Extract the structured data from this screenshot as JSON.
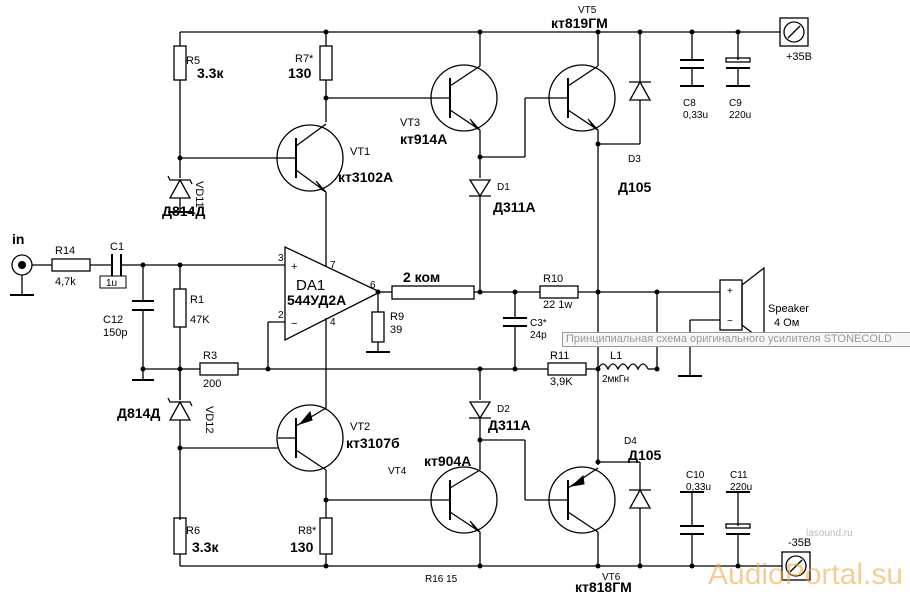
{
  "labels": {
    "in": "in",
    "r14_name": "R14",
    "r14_val": "4,7k",
    "c1_name": "C1",
    "c1_val": "1u",
    "c12_name": "C12",
    "c12_val": "150p",
    "r1_name": "R1",
    "r1_val": "47K",
    "r3_name": "R3",
    "r3_val": "200",
    "r5_name": "R5",
    "r5_val": "3.3к",
    "r7_name": "R7*",
    "r7_val": "130",
    "vd11_name": "VD11",
    "vd11_val": "Д814Д",
    "vd12_name": "VD12",
    "vd12_val": "Д814Д",
    "vt1_name": "VT1",
    "vt1_val": "кт3102А",
    "vt2_name": "VT2",
    "vt2_val": "кт3107б",
    "vt3_name": "VT3",
    "vt3_val": "кт914А",
    "vt4_name": "VT4",
    "vt4_val": "кт904А",
    "vt5_name": "VT5",
    "vt5_val": "кт819ГМ",
    "vt6_name": "VT6",
    "vt6_val": "кт818ГМ",
    "da1_name": "DA1",
    "da1_val": "544УД2А",
    "pin3": "3",
    "pin2": "2",
    "pin7": "7",
    "pin4": "4",
    "pin6": "6",
    "plus": "+",
    "minus": "−",
    "r9_name": "R9",
    "r9_val": "39",
    "two_kom": "2 ком",
    "d1_name": "D1",
    "d1_val": "Д311А",
    "d2_name": "D2",
    "d2_val": "Д311А",
    "d3_name": "D3",
    "d3_val": "Д105",
    "d4_name": "D4",
    "d4_val": "Д105",
    "c3_name": "C3*",
    "c3_val": "24p",
    "r10_name": "R10",
    "r10_val": "22 1w",
    "r11_name": "R11",
    "r11_val": "3,9K",
    "l1_name": "L1",
    "l1_val": "2мкГн",
    "c8_name": "C8",
    "c8_val": "0,33u",
    "c9_name": "C9",
    "c9_val": "220u",
    "c10_name": "C10",
    "c10_val": "0,33u",
    "c11_name": "C11",
    "c11_val": "220u",
    "pos_supply": "+35В",
    "neg_supply": "-35В",
    "speaker_name": "Speaker",
    "speaker_val": "4 Ом",
    "r6_name": "R6",
    "r6_val": "3.3к",
    "r8_name": "R8*",
    "r8_val": "130",
    "r16": "R16 15"
  },
  "tooltip": "Принципиальная схема оригинального усилителя STONECOLD",
  "site": "lasound.ru",
  "watermark": "AudioPortal.su",
  "colors": {
    "wire": "#000000",
    "watermark": "#f0a640",
    "tooltip_text": "#999999"
  }
}
